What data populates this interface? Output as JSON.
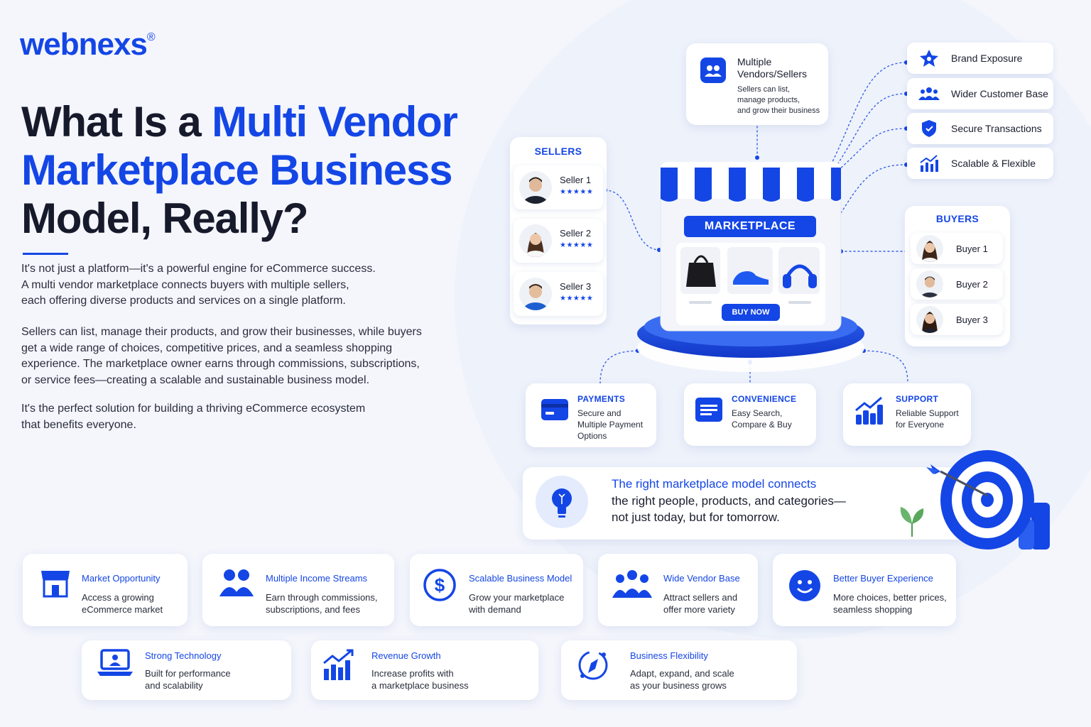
{
  "brand": {
    "name": "webnexs",
    "mark": "®"
  },
  "title": {
    "part1": "What Is a ",
    "part2": "Multi Vendor",
    "part3": "Marketplace Business",
    "part4": "Model, Really?"
  },
  "paragraphs": [
    "It's not just a platform—it's a powerful engine for eCommerce success.\nA multi vendor marketplace connects buyers with multiple sellers,\neach offering diverse products and services on a single platform.",
    "Sellers can list, manage their products, and grow their businesses, while buyers\nget a wide range of choices, competitive prices, and a seamless shopping\nexperience. The marketplace owner earns through commissions, subscriptions,\nor service fees—creating a scalable and sustainable business model.",
    "It's the perfect solution for building a thriving eCommerce ecosystem\nthat benefits everyone."
  ],
  "vendors_card": {
    "title_line1": "Multiple",
    "title_line2": "Vendors/Sellers",
    "desc_line1": "Sellers can list,",
    "desc_line2": "manage products,",
    "desc_line3": "and grow their business"
  },
  "sellers": {
    "heading": "SELLERS",
    "items": [
      {
        "name": "Seller 1",
        "stars": "★★★★★"
      },
      {
        "name": "Seller 2",
        "stars": "★★★★★"
      },
      {
        "name": "Seller 3",
        "stars": "★★★★★"
      }
    ]
  },
  "buyers": {
    "heading": "BUYERS",
    "items": [
      {
        "name": "Buyer 1"
      },
      {
        "name": "Buyer 2"
      },
      {
        "name": "Buyer 3"
      }
    ]
  },
  "store": {
    "sign": "MARKETPLACE",
    "button": "BUY NOW"
  },
  "features_right": [
    {
      "label": "Brand Exposure",
      "icon": "star-badge-icon"
    },
    {
      "label": "Wider Customer Base",
      "icon": "group-icon"
    },
    {
      "label": "Secure Transactions",
      "icon": "shield-icon"
    },
    {
      "label": "Scalable & Flexible",
      "icon": "growth-chart-icon"
    }
  ],
  "features_bottom": [
    {
      "title": "PAYMENTS",
      "desc": "Secure and\nMultiple Payment\nOptions",
      "icon": "card-icon"
    },
    {
      "title": "CONVENIENCE",
      "desc": "Easy Search,\nCompare & Buy",
      "icon": "list-icon"
    },
    {
      "title": "SUPPORT",
      "desc": "Reliable Support\nfor Everyone",
      "icon": "growth-chart-icon"
    }
  ],
  "banner": {
    "line1": "The right marketplace model connects",
    "line2": "the right people, products, and categories—",
    "line3": "not just today, but for tomorrow."
  },
  "benefits_row1": [
    {
      "title": "Market Opportunity",
      "desc": "Access a growing\neCommerce market",
      "icon": "storefront-icon"
    },
    {
      "title": "Multiple Income Streams",
      "desc": "Earn through commissions,\nsubscriptions, and fees",
      "icon": "people-icon"
    },
    {
      "title": "Scalable Business Model",
      "desc": "Grow your marketplace\nwith demand",
      "icon": "dollar-circle-icon"
    },
    {
      "title": "Wide Vendor Base",
      "desc": "Attract sellers and\noffer more variety",
      "icon": "team-icon"
    },
    {
      "title": "Better Buyer Experience",
      "desc": "More choices, better prices,\nseamless shopping",
      "icon": "smile-icon"
    }
  ],
  "benefits_row2": [
    {
      "title": "Strong Technology",
      "desc": "Built for performance\nand scalability",
      "icon": "laptop-icon"
    },
    {
      "title": "Revenue Growth",
      "desc": "Increase profits with\na marketplace business",
      "icon": "bar-growth-icon"
    },
    {
      "title": "Business Flexibility",
      "desc": "Adapt, expand, and scale\nas your business grows",
      "icon": "compass-icon"
    }
  ],
  "colors": {
    "accent": "#1446e6",
    "dark": "#171a2b",
    "bg": "#f4f6fc"
  }
}
